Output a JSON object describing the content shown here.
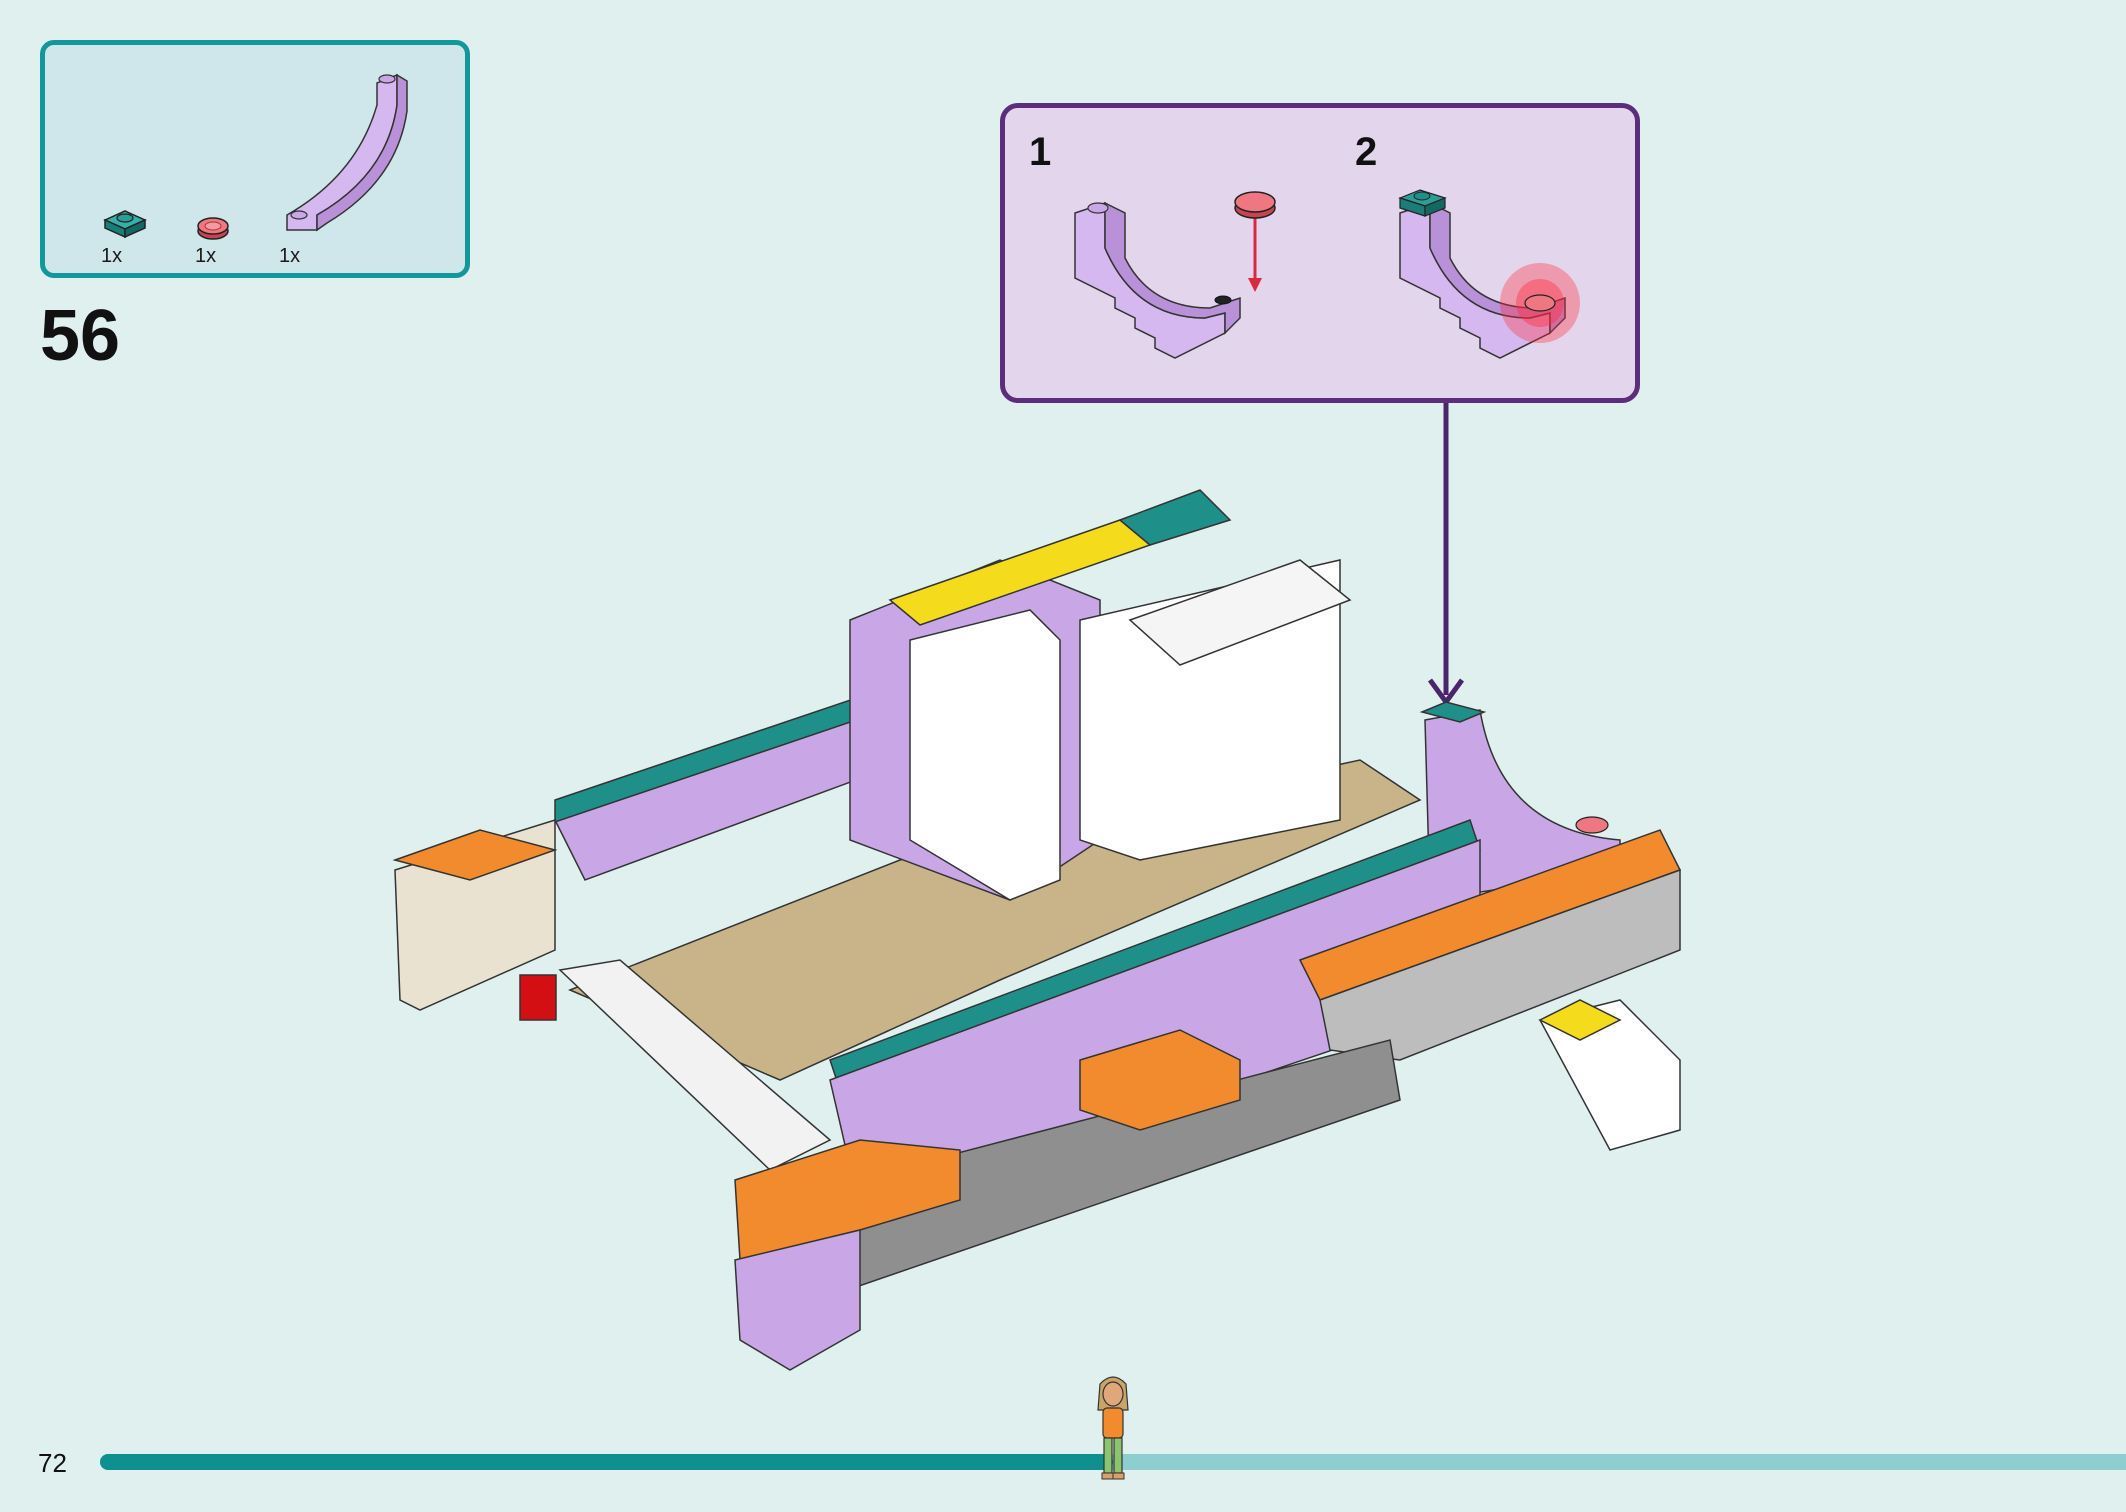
{
  "parts_list": {
    "items": [
      {
        "icon": "teal-plate-1x1-icon",
        "quantity": "1x",
        "color": "#1f8f8a"
      },
      {
        "icon": "red-round-tile-icon",
        "quantity": "1x",
        "color": "#e05a66"
      },
      {
        "icon": "lavender-arch-slope-icon",
        "quantity": "1x",
        "color": "#c9a7e6"
      }
    ]
  },
  "step": {
    "number": "56"
  },
  "sub_steps": [
    {
      "number": "1"
    },
    {
      "number": "2"
    }
  ],
  "page": {
    "number": "72"
  },
  "progress": {
    "fraction": 0.5
  },
  "colors": {
    "background": "#dff0ef",
    "accent_teal": "#12979a",
    "callout_border": "#5b2d7a",
    "lavender": "#c9a7e6",
    "orange": "#f28a2e",
    "tan": "#c9b48a",
    "yellow": "#f4dc1c",
    "teal_brick": "#1f8f8a"
  }
}
